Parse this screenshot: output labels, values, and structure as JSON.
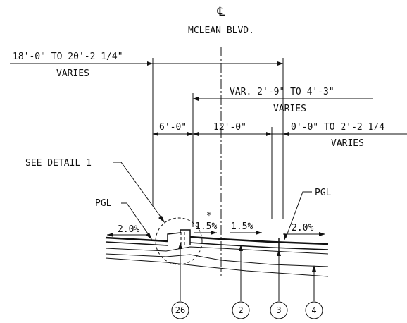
{
  "centerline": {
    "symbol": "℄",
    "road_name": "MCLEAN BLVD."
  },
  "dimensions": {
    "overall": {
      "value": "18'-0\" TO 20'-2 1/4\"",
      "note": "VARIES"
    },
    "var_width": {
      "value": "VAR. 2'-9\" TO 4'-3\"",
      "note": "VARIES"
    },
    "segment_left": "6'-0\"",
    "segment_center": "12'-0\"",
    "segment_right": {
      "value": "0'-0\" TO 2'-2 1/4",
      "note": "VARIES"
    }
  },
  "callouts": {
    "see_detail": "SEE DETAIL 1",
    "pgl_left": "PGL",
    "pgl_right": "PGL"
  },
  "slopes": {
    "left": "2.0%",
    "gutter": "1.5%",
    "gutter_mark": "*",
    "lane": "1.5%",
    "right": "2.0%"
  },
  "detail_tags": [
    "26",
    "2",
    "3",
    "4"
  ]
}
